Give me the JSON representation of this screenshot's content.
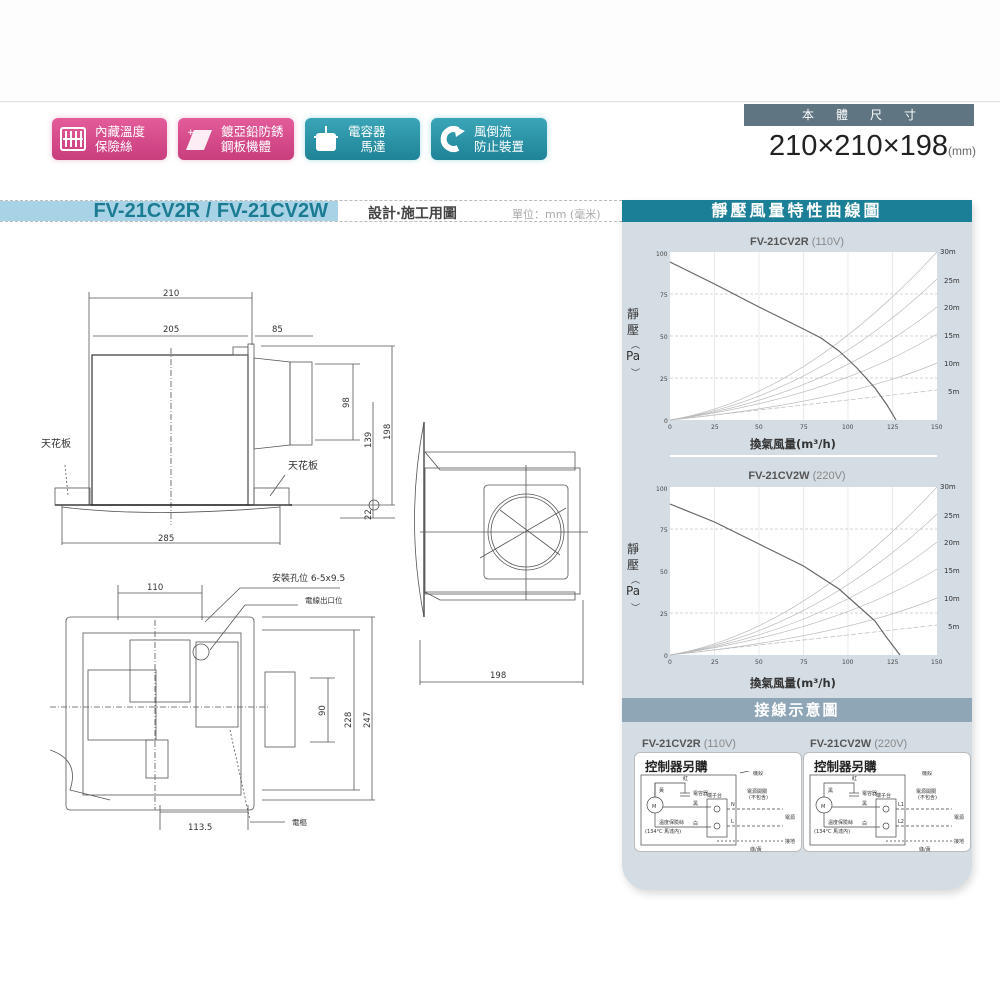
{
  "features": [
    {
      "line1": "內藏溫度",
      "line2": "保險絲",
      "icon": "fuse-icon",
      "color": "pink"
    },
    {
      "line1": "鍍亞鉛防銹",
      "line2": "鋼板機體",
      "icon": "steel-plate-icon",
      "color": "pink"
    },
    {
      "line1": "電容器",
      "line2": "馬達",
      "icon": "capacitor-motor-icon",
      "color": "teal"
    },
    {
      "line1": "風倒流",
      "line2": "防止裝置",
      "icon": "backflow-prevention-icon",
      "color": "teal"
    }
  ],
  "dimensions": {
    "heading": "本體尺寸",
    "value": "210×210×198",
    "unit": "(mm)"
  },
  "drawing": {
    "model_title": "FV-21CV2R / FV-21CV2W",
    "design_label": "設計‧施工用圖",
    "unit_label": "單位：mm (毫米)",
    "side_view": {
      "dims": [
        "210",
        "205",
        "85",
        "98",
        "139",
        "198",
        "22",
        "285"
      ],
      "labels": [
        "天花板",
        "天花板"
      ]
    },
    "front_view": {
      "dims": [
        "198"
      ]
    },
    "bottom_view": {
      "dims": [
        "110",
        "90",
        "228",
        "247",
        "113.5"
      ],
      "labels": [
        "安裝孔位 6-5x9.5",
        "電線出口位",
        "電樞"
      ]
    }
  },
  "right_panel": {
    "heading": "靜壓風量特性曲線圖",
    "wiring_heading": "接線示意圖",
    "ylabel_chars": [
      "靜",
      "壓",
      "（",
      "Pa",
      "）"
    ],
    "xlabel": "換氣風量(m³/h)"
  },
  "chart_data": [
    {
      "type": "line",
      "title": "FV-21CV2R",
      "subtitle": "(110V)",
      "xlabel": "換氣風量(m³/h)",
      "ylabel": "靜壓(Pa)",
      "xlim": [
        0,
        150
      ],
      "ylim": [
        0,
        100
      ],
      "xticks": [
        0,
        25,
        50,
        75,
        100,
        125,
        150
      ],
      "yticks": [
        0,
        25,
        50,
        75,
        100
      ],
      "right_labels": [
        "30m",
        "25m",
        "20m",
        "15m",
        "10m",
        "5m"
      ],
      "grid": true,
      "series": [
        {
          "name": "P-Q curve",
          "x": [
            0,
            25,
            50,
            75,
            85,
            95,
            105,
            115,
            122,
            127
          ],
          "y": [
            94,
            81,
            67,
            54,
            49,
            41,
            31,
            19,
            9,
            0
          ]
        },
        {
          "name": "30m",
          "x": [
            0,
            50,
            75,
            100,
            125,
            150
          ],
          "y": [
            0,
            13,
            25,
            43,
            70,
            100
          ]
        },
        {
          "name": "25m",
          "x": [
            0,
            50,
            75,
            100,
            125,
            150
          ],
          "y": [
            0,
            12,
            23,
            38,
            60,
            84
          ]
        },
        {
          "name": "20m",
          "x": [
            0,
            50,
            75,
            100,
            125,
            150
          ],
          "y": [
            0,
            11,
            20,
            32,
            49,
            67
          ]
        },
        {
          "name": "15m",
          "x": [
            0,
            50,
            75,
            100,
            125,
            150
          ],
          "y": [
            0,
            10,
            17,
            26,
            38,
            51
          ]
        },
        {
          "name": "10m",
          "x": [
            0,
            50,
            75,
            100,
            125,
            150
          ],
          "y": [
            0,
            9,
            14,
            20,
            27,
            34
          ]
        },
        {
          "name": "5m",
          "x": [
            0,
            50,
            75,
            100,
            125,
            150
          ],
          "y": [
            0,
            7,
            10,
            13,
            15,
            18
          ]
        }
      ]
    },
    {
      "type": "line",
      "title": "FV-21CV2W",
      "subtitle": "(220V)",
      "xlabel": "換氣風量(m³/h)",
      "ylabel": "靜壓(Pa)",
      "xlim": [
        0,
        150
      ],
      "ylim": [
        0,
        100
      ],
      "xticks": [
        0,
        25,
        50,
        75,
        100,
        125,
        150
      ],
      "yticks": [
        0,
        25,
        50,
        75,
        100
      ],
      "right_labels": [
        "30m",
        "25m",
        "20m",
        "15m",
        "10m",
        "5m"
      ],
      "grid": true,
      "series": [
        {
          "name": "P-Q curve",
          "x": [
            0,
            25,
            50,
            75,
            95,
            105,
            115,
            122,
            129
          ],
          "y": [
            90,
            79,
            66,
            53,
            39,
            30,
            20,
            10,
            0
          ]
        },
        {
          "name": "30m",
          "x": [
            0,
            50,
            75,
            100,
            125,
            150
          ],
          "y": [
            0,
            13,
            25,
            43,
            70,
            100
          ]
        },
        {
          "name": "25m",
          "x": [
            0,
            50,
            75,
            100,
            125,
            150
          ],
          "y": [
            0,
            12,
            23,
            38,
            60,
            84
          ]
        },
        {
          "name": "20m",
          "x": [
            0,
            50,
            75,
            100,
            125,
            150
          ],
          "y": [
            0,
            11,
            20,
            32,
            49,
            67
          ]
        },
        {
          "name": "15m",
          "x": [
            0,
            50,
            75,
            100,
            125,
            150
          ],
          "y": [
            0,
            10,
            17,
            26,
            38,
            51
          ]
        },
        {
          "name": "10m",
          "x": [
            0,
            50,
            75,
            100,
            125,
            150
          ],
          "y": [
            0,
            9,
            14,
            20,
            27,
            34
          ]
        },
        {
          "name": "5m",
          "x": [
            0,
            50,
            75,
            100,
            125,
            150
          ],
          "y": [
            0,
            7,
            10,
            13,
            15,
            18
          ]
        }
      ]
    }
  ],
  "charts_display": [
    {
      "title": "FV-21CV2R",
      "voltage": "(110V)"
    },
    {
      "title": "FV-21CV2W",
      "voltage": "(220V)"
    }
  ],
  "wiring": [
    {
      "model": "FV-21CV2R",
      "voltage": "(110V)",
      "note": "控制器另購",
      "labels": {
        "frame": "機殼",
        "red": "紅",
        "yellow": "黃",
        "capacitor": "電容器",
        "terminal": "端子台",
        "switch": "電源開關",
        "switch_note": "(不包含)",
        "black": "黑",
        "white": "白",
        "N": "N",
        "L": "L",
        "power": "電源",
        "fuse": "溫度保險絲",
        "fuse_note": "(134°C 馬達內)",
        "ground": "接地",
        "green_yellow": "綠/黃"
      }
    },
    {
      "model": "FV-21CV2W",
      "voltage": "(220V)",
      "note": "控制器另購",
      "labels": {
        "frame": "機殼",
        "red": "紅",
        "yellow": "黑",
        "capacitor": "電容器",
        "terminal": "端子台",
        "switch": "電源開關",
        "switch_note": "(不包含)",
        "black": "黑",
        "white": "白",
        "N": "L1",
        "L": "L2",
        "power": "電源",
        "fuse": "溫度保險絲",
        "fuse_note": "(134°C 馬達內)",
        "ground": "接地",
        "green_yellow": "綠/黃"
      }
    }
  ]
}
